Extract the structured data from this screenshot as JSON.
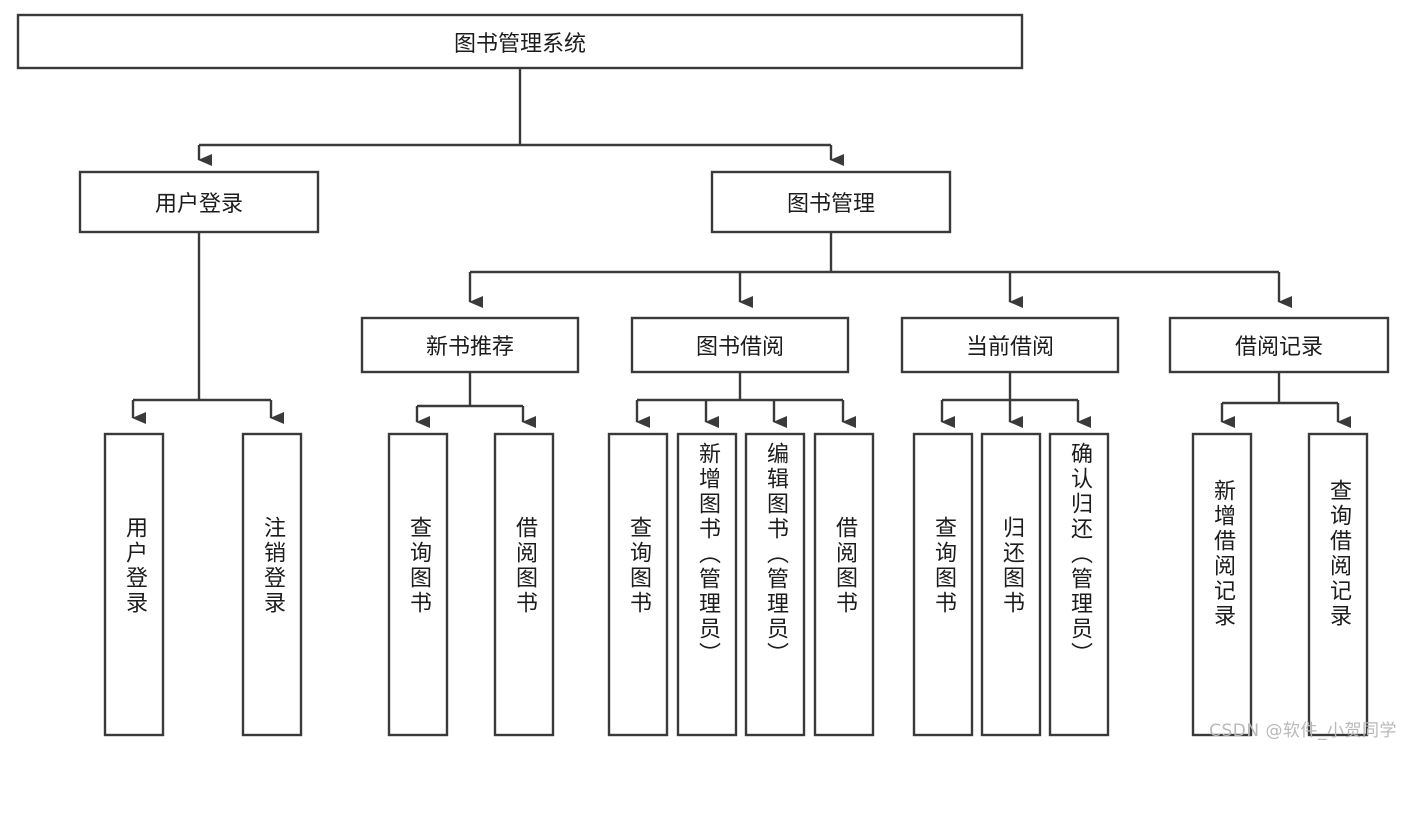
{
  "diagram": {
    "type": "tree",
    "title": "图书管理系统",
    "orientation": "top-down",
    "colors": {
      "box_stroke": "#3a3a3a",
      "box_fill": "#ffffff",
      "text": "#1c1c1c",
      "connector": "#3a3a3a",
      "watermark": "#b9b9b9",
      "background": "#ffffff"
    },
    "root": {
      "label": "图书管理系统"
    },
    "level2": [
      {
        "label": "用户登录"
      },
      {
        "label": "图书管理"
      }
    ],
    "level3": [
      {
        "label": "新书推荐"
      },
      {
        "label": "图书借阅"
      },
      {
        "label": "当前借阅"
      },
      {
        "label": "借阅记录"
      }
    ],
    "leaves": {
      "user_login": [
        {
          "label": "用户登录"
        },
        {
          "label": "注销登录"
        }
      ],
      "new_book_recommend": [
        {
          "label": "查询图书"
        },
        {
          "label": "借阅图书"
        }
      ],
      "book_borrow": [
        {
          "label": "查询图书"
        },
        {
          "label": "新增图书（管理员）"
        },
        {
          "label": "编辑图书（管理员）"
        },
        {
          "label": "借阅图书"
        }
      ],
      "current_borrow": [
        {
          "label": "查询图书"
        },
        {
          "label": "归还图书"
        },
        {
          "label": "确认归还（管理员）"
        }
      ],
      "borrow_record": [
        {
          "label": "新增借阅记录"
        },
        {
          "label": "查询借阅记录"
        }
      ]
    }
  },
  "watermark": {
    "text": "CSDN @软件_小贺同学"
  }
}
